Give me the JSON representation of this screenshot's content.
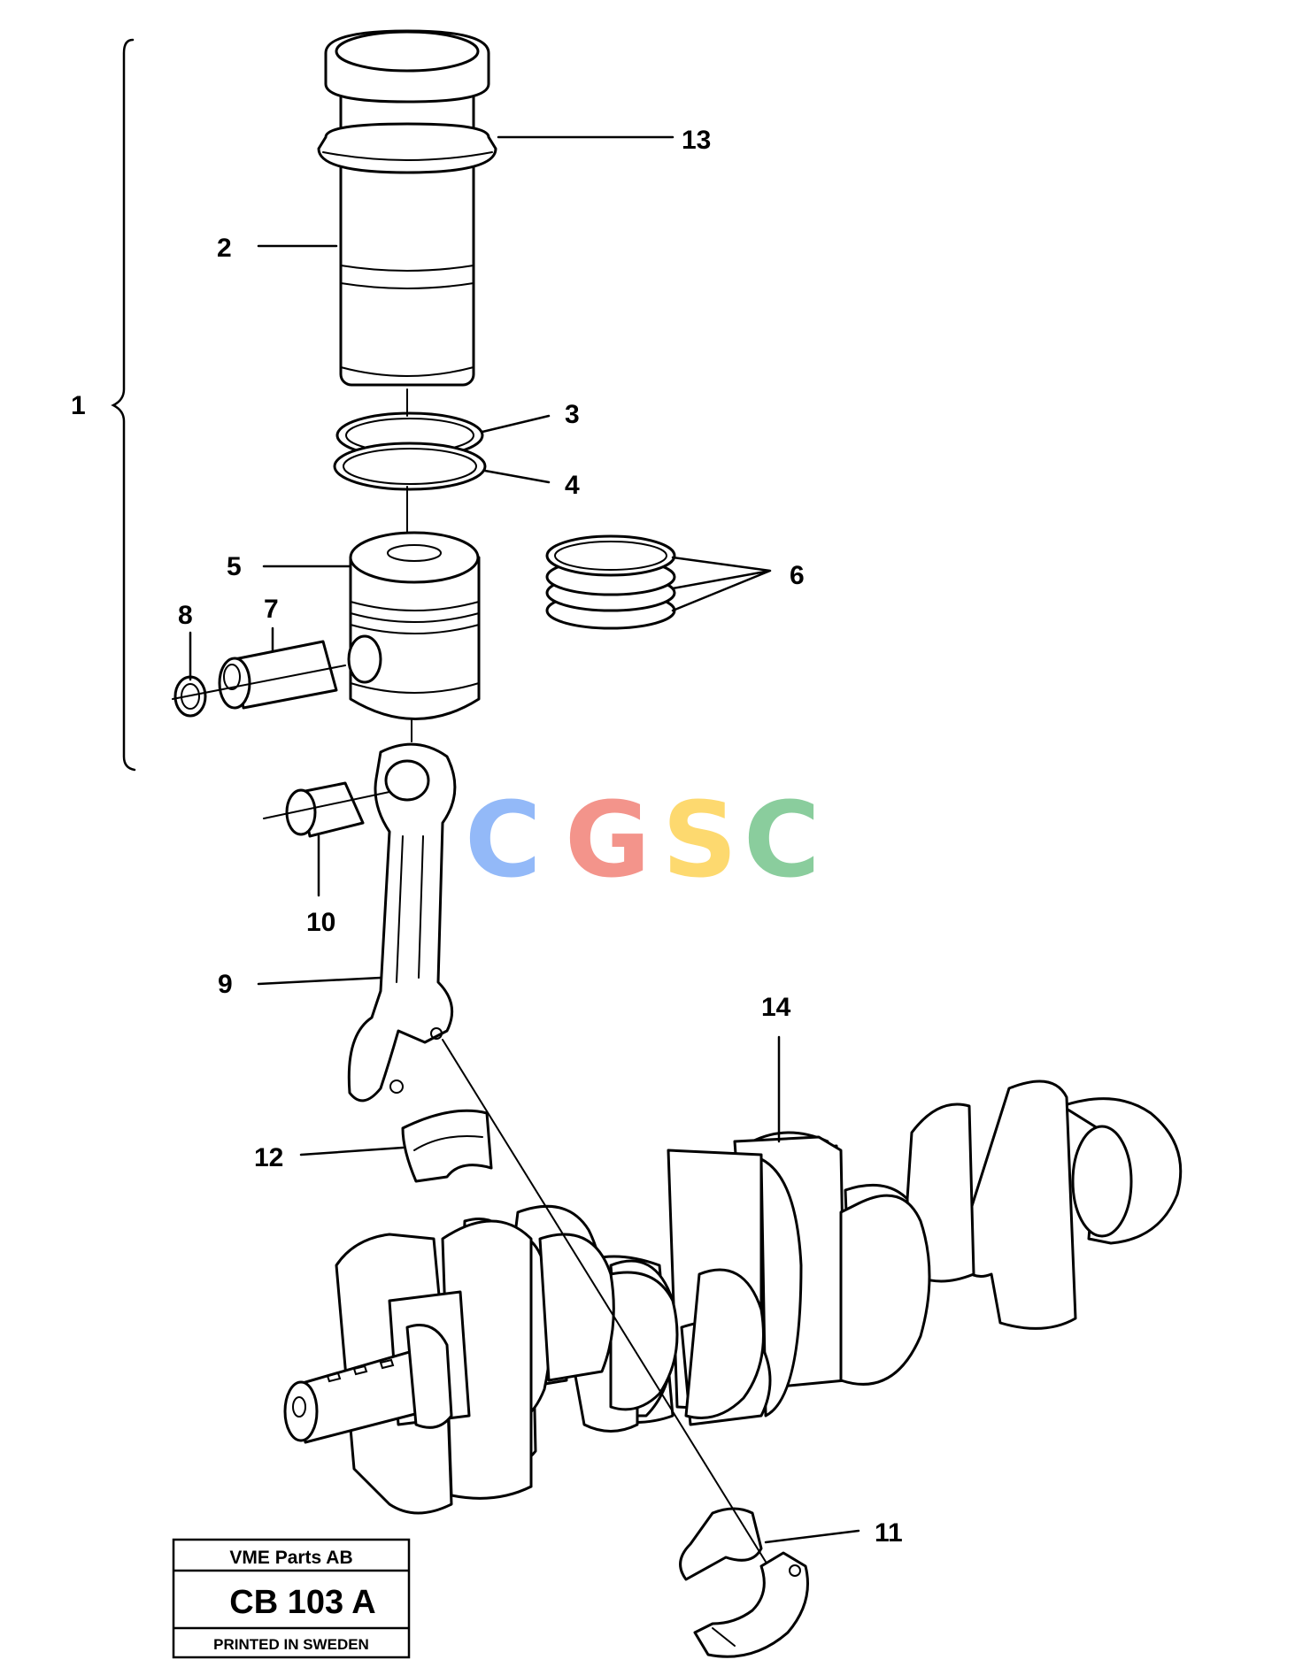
{
  "callouts": {
    "c1": "1",
    "c2": "2",
    "c3": "3",
    "c4": "4",
    "c5": "5",
    "c6": "6",
    "c7": "7",
    "c8": "8",
    "c9": "9",
    "c10": "10",
    "c11": "11",
    "c12": "12",
    "c13": "13",
    "c14": "14"
  },
  "watermark": {
    "letters": [
      "C",
      "G",
      "S",
      "C"
    ],
    "colors": [
      "#8ab4f8",
      "#f28b82",
      "#fdd663",
      "#81c995"
    ]
  },
  "title_block": {
    "company": "VME Parts AB",
    "drawing_code": "CB 103 A",
    "printed": "PRINTED IN SWEDEN"
  }
}
